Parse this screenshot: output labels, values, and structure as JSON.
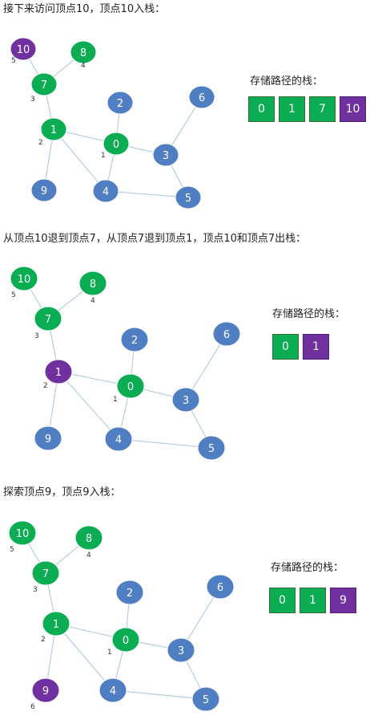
{
  "colors": {
    "visited": "#0aad52",
    "current": "#7030a0",
    "unvisited": "#4f7ec2",
    "edge": "#a9c6da"
  },
  "panels": [
    {
      "caption": "接下来访问顶点10，顶点10入栈：",
      "stack_label": "存储路径的栈：",
      "stack": [
        {
          "value": "0",
          "state": "visited"
        },
        {
          "value": "1",
          "state": "visited"
        },
        {
          "value": "7",
          "state": "visited"
        },
        {
          "value": "10",
          "state": "current"
        }
      ],
      "nodes": [
        {
          "id": "10",
          "state": "current"
        },
        {
          "id": "8",
          "state": "visited"
        },
        {
          "id": "7",
          "state": "visited"
        },
        {
          "id": "2",
          "state": "unvisited"
        },
        {
          "id": "6",
          "state": "unvisited"
        },
        {
          "id": "1",
          "state": "visited"
        },
        {
          "id": "0",
          "state": "visited"
        },
        {
          "id": "3",
          "state": "unvisited"
        },
        {
          "id": "9",
          "state": "unvisited"
        },
        {
          "id": "4",
          "state": "unvisited"
        },
        {
          "id": "5",
          "state": "unvisited"
        }
      ],
      "order_labels": [
        "5",
        "4",
        "3",
        "2",
        "1"
      ]
    },
    {
      "caption": "从顶点10退到顶点7，从顶点7退到顶点1，顶点10和顶点7出栈：",
      "stack_label": "存储路径的栈：",
      "stack": [
        {
          "value": "0",
          "state": "visited"
        },
        {
          "value": "1",
          "state": "current"
        }
      ],
      "nodes": [
        {
          "id": "10",
          "state": "visited"
        },
        {
          "id": "8",
          "state": "visited"
        },
        {
          "id": "7",
          "state": "visited"
        },
        {
          "id": "2",
          "state": "unvisited"
        },
        {
          "id": "6",
          "state": "unvisited"
        },
        {
          "id": "1",
          "state": "current"
        },
        {
          "id": "0",
          "state": "visited"
        },
        {
          "id": "3",
          "state": "unvisited"
        },
        {
          "id": "9",
          "state": "unvisited"
        },
        {
          "id": "4",
          "state": "unvisited"
        },
        {
          "id": "5",
          "state": "unvisited"
        }
      ],
      "order_labels": [
        "5",
        "4",
        "3",
        "2",
        "1"
      ]
    },
    {
      "caption": "探索顶点9，顶点9入栈：",
      "stack_label": "存储路径的栈：",
      "stack": [
        {
          "value": "0",
          "state": "visited"
        },
        {
          "value": "1",
          "state": "visited"
        },
        {
          "value": "9",
          "state": "current"
        }
      ],
      "nodes": [
        {
          "id": "10",
          "state": "visited"
        },
        {
          "id": "8",
          "state": "visited"
        },
        {
          "id": "7",
          "state": "visited"
        },
        {
          "id": "2",
          "state": "unvisited"
        },
        {
          "id": "6",
          "state": "unvisited"
        },
        {
          "id": "1",
          "state": "visited"
        },
        {
          "id": "0",
          "state": "visited"
        },
        {
          "id": "3",
          "state": "unvisited"
        },
        {
          "id": "9",
          "state": "current"
        },
        {
          "id": "4",
          "state": "unvisited"
        },
        {
          "id": "5",
          "state": "unvisited"
        }
      ],
      "order_labels": [
        "5",
        "4",
        "3",
        "2",
        "1",
        "6"
      ]
    }
  ]
}
